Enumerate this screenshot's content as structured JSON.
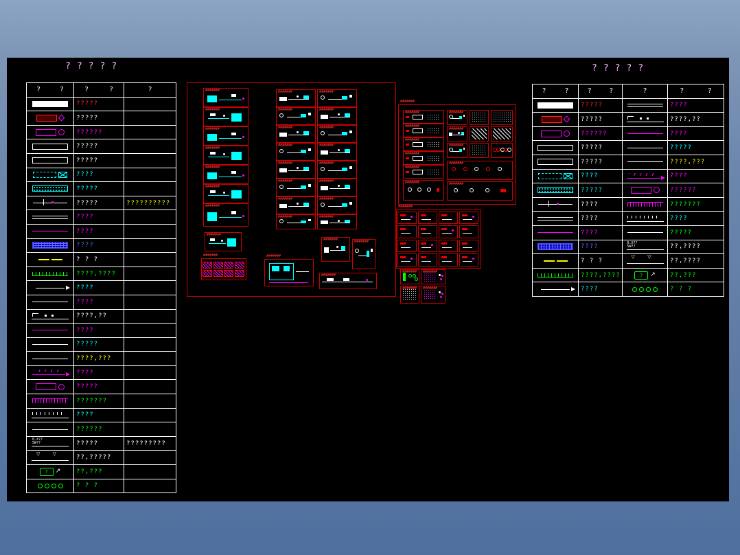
{
  "titles": {
    "left": "?????",
    "right": "?????"
  },
  "palette": {
    "background_top": "#8da5c4",
    "background_bottom": "#4f6f9e",
    "canvas": "#000000",
    "grid_line": "#ffffff",
    "detail_red": "#cc0000",
    "label_red": "#ff2222",
    "label_white": "#ffffff",
    "label_magenta": "#ff00ff",
    "label_cyan": "#00ffff",
    "label_green": "#00ff00",
    "label_yellow": "#ffff00",
    "label_blue": "#5566ff"
  },
  "symbol_text": {
    "meas_l1": "0.X??",
    "meas_l2": "5W??",
    "triangles": "▽ ▽",
    "green_box": "?",
    "arrow": "↗"
  },
  "left_table": {
    "header_cells": [
      [
        "?",
        "?"
      ],
      [
        "?",
        "?"
      ],
      [
        "?"
      ]
    ],
    "rows": [
      {
        "sym": "rect-filled-white",
        "label": "?????",
        "lc": "#ff2222",
        "extra": "",
        "ec": "#ffffff"
      },
      {
        "sym": "rect-red-diamond",
        "label": "?????",
        "lc": "#ffffff",
        "extra": "",
        "ec": "#ffffff"
      },
      {
        "sym": "rect-magenta-circle",
        "label": "??????",
        "lc": "#ff00ff",
        "extra": "",
        "ec": "#ffffff"
      },
      {
        "sym": "rect-white",
        "label": "?????",
        "lc": "#ffffff",
        "extra": "",
        "ec": "#ffffff"
      },
      {
        "sym": "rect-white",
        "label": "?????",
        "lc": "#ffffff",
        "extra": "",
        "ec": "#ffffff"
      },
      {
        "sym": "cyan-dashed-x",
        "label": "????",
        "lc": "#00ffff",
        "extra": "",
        "ec": "#ffffff"
      },
      {
        "sym": "cyan-dotted-bar",
        "label": "?????",
        "lc": "#00ffff",
        "extra": "",
        "ec": "#ffffff"
      },
      {
        "sym": "tee-pipe",
        "label": "?????",
        "lc": "#ffffff",
        "extra": "??????????",
        "ec": "#ffff00"
      },
      {
        "sym": "double-line-white",
        "label": "????",
        "lc": "#ff00ff",
        "extra": "",
        "ec": "#ffffff"
      },
      {
        "sym": "line-magenta",
        "label": "????",
        "lc": "#ff00ff",
        "extra": "",
        "ec": "#ffffff"
      },
      {
        "sym": "bar-blue-grid",
        "label": "????",
        "lc": "#5566ff",
        "extra": "",
        "ec": "#ffffff"
      },
      {
        "sym": "dash-yellow",
        "label": "? ? ?",
        "lc": "#ffffff",
        "extra": "",
        "ec": "#ffffff"
      },
      {
        "sym": "hatch-green-ticks",
        "label": "????,????",
        "lc": "#00ff00",
        "extra": "",
        "ec": "#ffffff"
      },
      {
        "sym": "line-white-arrow",
        "label": "????",
        "lc": "#00ffff",
        "extra": "",
        "ec": "#ffffff"
      },
      {
        "sym": "line-white",
        "label": "????",
        "lc": "#ff00ff",
        "extra": "",
        "ec": "#ffffff"
      },
      {
        "sym": "bracket-squares",
        "label": "????,??",
        "lc": "#ffffff",
        "extra": "",
        "ec": "#ffffff"
      },
      {
        "sym": "line-magenta",
        "label": "????",
        "lc": "#ff00ff",
        "extra": "",
        "ec": "#ffffff"
      },
      {
        "sym": "line-white",
        "label": "?????",
        "lc": "#00ffff",
        "extra": "",
        "ec": "#ffffff"
      },
      {
        "sym": "line-white",
        "label": "????,???",
        "lc": "#ffff00",
        "extra": "",
        "ec": "#ffffff"
      },
      {
        "sym": "line-magenta-ticks",
        "label": "????",
        "lc": "#ff00ff",
        "extra": "",
        "ec": "#ffffff"
      },
      {
        "sym": "rect-magenta-circle",
        "label": "?????",
        "lc": "#ff00ff",
        "extra": "",
        "ec": "#ffffff"
      },
      {
        "sym": "comb-magenta",
        "label": "???????",
        "lc": "#00ff00",
        "extra": "",
        "ec": "#ffffff"
      },
      {
        "sym": "line-white-ticks",
        "label": "????",
        "lc": "#00ffff",
        "extra": "",
        "ec": "#ffffff"
      },
      {
        "sym": "line-white",
        "label": "??????",
        "lc": "#00ff00",
        "extra": "",
        "ec": "#ffffff"
      },
      {
        "sym": "text-line",
        "label": "?????",
        "lc": "#ffffff",
        "extra": "?????????",
        "ec": "#ffffff"
      },
      {
        "sym": "line-triangles",
        "label": "??,?????",
        "lc": "#ffffff",
        "extra": "",
        "ec": "#ffffff"
      },
      {
        "sym": "green-box-arrow",
        "label": "??,???",
        "lc": "#00ff00",
        "extra": "",
        "ec": "#ffffff"
      },
      {
        "sym": "circles-green",
        "label": "? ? ?",
        "lc": "#00ff00",
        "extra": "",
        "ec": "#ffffff"
      }
    ]
  },
  "right_table": {
    "header_cells": [
      [
        "?",
        "?"
      ],
      [
        "?",
        "?"
      ],
      [
        "?"
      ],
      [
        "?",
        "?"
      ]
    ],
    "rows": [
      {
        "sym1": "rect-filled-white",
        "label1": "?????",
        "lc1": "#ff2222",
        "sym2": "double-line-white",
        "label2": "????",
        "lc2": "#ff00ff"
      },
      {
        "sym1": "rect-red-diamond",
        "label1": "?????",
        "lc1": "#ffffff",
        "sym2": "bracket-squares",
        "label2": "????,??",
        "lc2": "#ffffff"
      },
      {
        "sym1": "rect-magenta-circle",
        "label1": "??????",
        "lc1": "#ff00ff",
        "sym2": "line-magenta",
        "label2": "????",
        "lc2": "#ff00ff"
      },
      {
        "sym1": "rect-white",
        "label1": "?????",
        "lc1": "#ffffff",
        "sym2": "line-white",
        "label2": "?????",
        "lc2": "#00ffff"
      },
      {
        "sym1": "rect-white",
        "label1": "?????",
        "lc1": "#ffffff",
        "sym2": "line-white",
        "label2": "????,???",
        "lc2": "#ffff00"
      },
      {
        "sym1": "cyan-dashed-x",
        "label1": "????",
        "lc1": "#00ffff",
        "sym2": "line-magenta-ticks",
        "label2": "????",
        "lc2": "#ff00ff"
      },
      {
        "sym1": "cyan-dotted-bar",
        "label1": "?????",
        "lc1": "#00ffff",
        "sym2": "rect-magenta-circle",
        "label2": "??????",
        "lc2": "#ff00ff"
      },
      {
        "sym1": "tee-pipe",
        "label1": "????",
        "lc1": "#ffffff",
        "sym2": "comb-magenta",
        "label2": "???????",
        "lc2": "#00ff00"
      },
      {
        "sym1": "double-line-white",
        "label1": "????",
        "lc1": "#ffffff",
        "sym2": "line-white-ticks",
        "label2": "????",
        "lc2": "#00ffff"
      },
      {
        "sym1": "line-magenta",
        "label1": "????",
        "lc1": "#ff00ff",
        "sym2": "line-white",
        "label2": "?????",
        "lc2": "#00ff00"
      },
      {
        "sym1": "bar-blue-grid",
        "label1": "????",
        "lc1": "#5566ff",
        "sym2": "text-line",
        "label2": "??,????",
        "lc2": "#ffffff"
      },
      {
        "sym1": "dash-yellow",
        "label1": "? ? ?",
        "lc1": "#ffffff",
        "sym2": "line-triangles",
        "label2": "??,????",
        "lc2": "#ffffff"
      },
      {
        "sym1": "hatch-green-ticks",
        "label1": "????,????",
        "lc1": "#00ff00",
        "sym2": "green-box-arrow",
        "label2": "??,???",
        "lc2": "#00ff00"
      },
      {
        "sym1": "line-white-arrow",
        "label1": "????",
        "lc1": "#00ffff",
        "sym2": "circles-green",
        "label2": "? ? ?",
        "lc2": "#00ff00"
      }
    ]
  },
  "figures": {
    "title_glyph": "#######",
    "outlines": [
      [
        262,
        36,
        305,
        312,
        0
      ],
      [
        570,
        68,
        172,
        146,
        2
      ]
    ],
    "boxes": [
      [
        286,
        44,
        66,
        28,
        "m1",
        1
      ],
      [
        286,
        72,
        66,
        28,
        "m2",
        1
      ],
      [
        286,
        100,
        66,
        28,
        "m1",
        1
      ],
      [
        286,
        128,
        66,
        28,
        "m2",
        1
      ],
      [
        286,
        156,
        66,
        28,
        "m1",
        1
      ],
      [
        286,
        184,
        66,
        28,
        "m2",
        1
      ],
      [
        286,
        212,
        66,
        34,
        "m1",
        1
      ],
      [
        288,
        254,
        54,
        28,
        "m2",
        1
      ],
      [
        283,
        292,
        66,
        32,
        "grid-magenta",
        2
      ],
      [
        392,
        46,
        58,
        26,
        "m3",
        1
      ],
      [
        392,
        72,
        58,
        26,
        "m4",
        1
      ],
      [
        392,
        98,
        58,
        26,
        "m3",
        1
      ],
      [
        392,
        124,
        58,
        26,
        "m4",
        1
      ],
      [
        392,
        150,
        58,
        26,
        "m3",
        1
      ],
      [
        392,
        176,
        58,
        26,
        "m4",
        1
      ],
      [
        392,
        202,
        58,
        26,
        "m3",
        1
      ],
      [
        392,
        228,
        58,
        22,
        "m4",
        1
      ],
      [
        452,
        46,
        58,
        26,
        "m4",
        1
      ],
      [
        452,
        72,
        58,
        26,
        "m3",
        1
      ],
      [
        452,
        98,
        58,
        26,
        "m4",
        1
      ],
      [
        452,
        124,
        58,
        26,
        "m3",
        1
      ],
      [
        452,
        150,
        58,
        26,
        "m4",
        1
      ],
      [
        452,
        176,
        58,
        26,
        "m3",
        1
      ],
      [
        452,
        202,
        58,
        26,
        "m4",
        1
      ],
      [
        452,
        228,
        58,
        22,
        "m3",
        1
      ],
      [
        375,
        293,
        72,
        40,
        "plan",
        2
      ],
      [
        458,
        261,
        42,
        36,
        "m3",
        1
      ],
      [
        503,
        264,
        34,
        44,
        "m4",
        1
      ],
      [
        455,
        313,
        84,
        24,
        "m5",
        1
      ],
      [
        577,
        76,
        60,
        20,
        "m6",
        1
      ],
      [
        577,
        96,
        60,
        20,
        "m6",
        1
      ],
      [
        577,
        116,
        60,
        20,
        "m6",
        1
      ],
      [
        577,
        136,
        60,
        20,
        "m6",
        1
      ],
      [
        577,
        156,
        60,
        20,
        "m6",
        1
      ],
      [
        577,
        178,
        60,
        30,
        "m7",
        1
      ],
      [
        641,
        76,
        30,
        22,
        "m4",
        1
      ],
      [
        674,
        76,
        28,
        22,
        "dots",
        0
      ],
      [
        705,
        76,
        32,
        22,
        "dots",
        0
      ],
      [
        641,
        100,
        30,
        22,
        "m3",
        1
      ],
      [
        674,
        100,
        28,
        22,
        "hatch",
        0
      ],
      [
        705,
        100,
        32,
        22,
        "hatch",
        0
      ],
      [
        641,
        124,
        30,
        22,
        "m4",
        1
      ],
      [
        674,
        124,
        28,
        22,
        "dots",
        0
      ],
      [
        705,
        124,
        32,
        22,
        "m8",
        0
      ],
      [
        641,
        150,
        96,
        28,
        "m8",
        1
      ],
      [
        641,
        180,
        96,
        28,
        "m7",
        1
      ],
      [
        567,
        221,
        124,
        86,
        "grid-cells",
        2
      ],
      [
        573,
        308,
        28,
        22,
        "green-dots",
        1
      ],
      [
        603,
        308,
        36,
        22,
        "magenta-fig",
        1
      ],
      [
        573,
        332,
        28,
        26,
        "dots",
        1
      ],
      [
        603,
        332,
        36,
        26,
        "magenta-fig",
        1
      ]
    ]
  }
}
